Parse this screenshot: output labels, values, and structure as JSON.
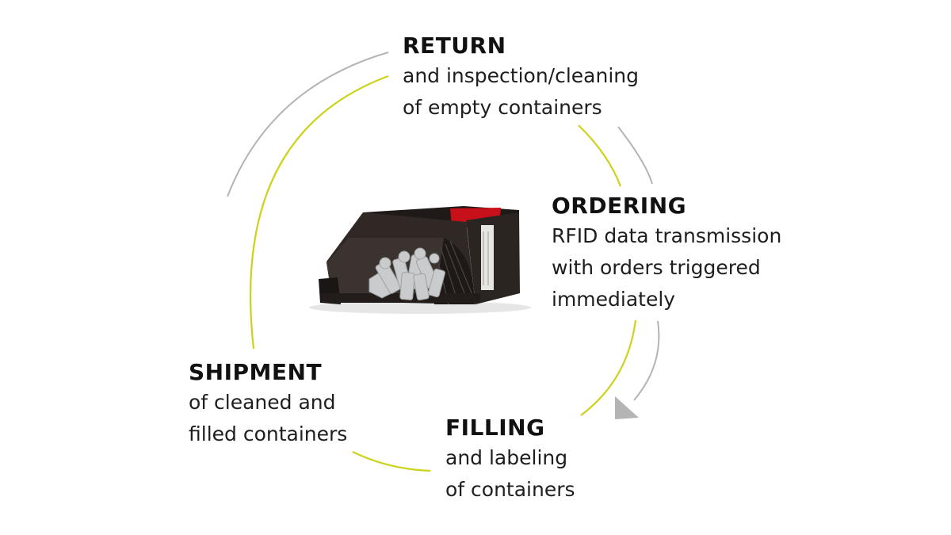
{
  "colors": {
    "accent_yellow": "#cdd21b",
    "flow_gray": "#b4b4b4",
    "container_body": "#2b2522",
    "container_red": "#c8101a",
    "part_gray": "#c9cbcc"
  },
  "steps": {
    "return": {
      "title": "RETURN",
      "lines": [
        "and inspection/cleaning",
        "of empty containers"
      ]
    },
    "ordering": {
      "title": "ORDERING",
      "lines": [
        "RFID data transmission",
        "with orders triggered",
        "immediately"
      ]
    },
    "filling": {
      "title": "FILLING",
      "lines": [
        "and labeling",
        "of containers"
      ]
    },
    "shipment": {
      "title": "SHIPMENT",
      "lines": [
        "of cleaned and",
        "filled containers"
      ]
    }
  },
  "image": {
    "name": "storage-bin-with-bolts"
  }
}
